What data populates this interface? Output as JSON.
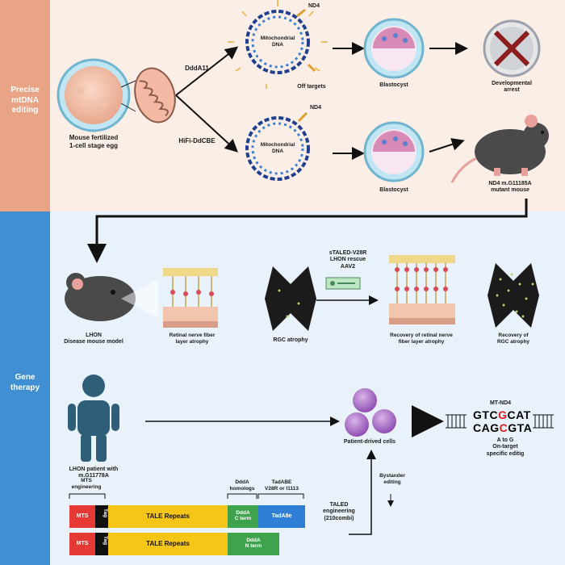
{
  "sections": {
    "top": "Precise\nmtDNA\nediting",
    "bottom": "Gene\ntherapy"
  },
  "labels": {
    "egg": "Mouse fertilized\n1-cell stage egg",
    "dddA11": "DddA11",
    "hifi": "HiFi-DdCBE",
    "nd4_top": "ND4",
    "nd4_mid": "ND4",
    "mito_dna_1": "Mitochondrial\nDNA",
    "mito_dna_2": "Mitochondrial\nDNA",
    "off_targets": "Off targets",
    "blastocyst_1": "Blastocyst",
    "blastocyst_2": "Blastocyst",
    "dev_arrest": "Developmental\narrest",
    "mutant_mouse": "ND4 m.G11185A\nmutant mouse",
    "lhon_model": "LHON\nDisease mouse model",
    "rnfl_atrophy": "Retinal nerve fiber\nlayer atrophy",
    "rgc_atrophy": "RGC atrophy",
    "staled": "sTALED-V28R\nLHON rescue\nAAV2",
    "rnfl_recovery": "Recovery of retinal nerve\nfiber layer atrophy",
    "rgc_recovery": "Recovery of\nRGC atrophy",
    "patient": "LHON patient with\nm.G11778A",
    "patient_cells": "Patient-drived cells",
    "mt_nd4": "MT-ND4",
    "a_to_g": "A to G\nOn-target\nspecific editig",
    "bystander": "Bystander\nediting",
    "taled_eng": "TALED\nengineering\n(210combi)",
    "mts_eng": "MTS\nengineering",
    "ddda_hom": "DddA\nhomologs",
    "tadabe": "TadABE\nV28R or I1113"
  },
  "sequence": {
    "line1_a": "GTC",
    "line1_b": "G",
    "line1_c": "CAT",
    "line2_a": "CAG",
    "line2_b": "C",
    "line2_c": "GTA"
  },
  "constructs": {
    "row1": [
      "MTS",
      "Tag",
      "TALE Repeats",
      "DddA\nC term",
      "TadA8e"
    ],
    "row2": [
      "MTS",
      "Tag",
      "TALE Repeats",
      "DddA\nN term"
    ]
  },
  "colors": {
    "top_band": "#e8a484",
    "bottom_band": "#3f8fd2",
    "top_bg": "#fbeee6",
    "bottom_bg": "#e9f2fa",
    "mts_red": "#e53935",
    "tale_yellow": "#f5c518",
    "ddda_green": "#3fa34d",
    "tada_blue": "#2f7fd6",
    "highlight_red": "#e02020"
  }
}
